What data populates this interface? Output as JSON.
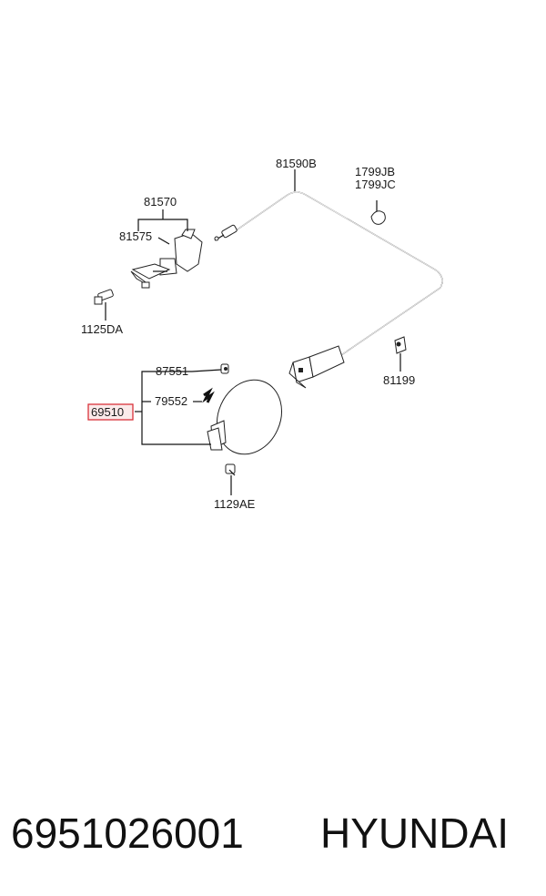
{
  "callouts": {
    "c81590b": "81590B",
    "c1799jb": "1799JB",
    "c1799jc": "1799JC",
    "c81570": "81570",
    "c81575": "81575",
    "c1125da": "1125DA",
    "c87551": "87551",
    "c79552": "79552",
    "c69510": "69510",
    "c81199": "81199",
    "c1129ae": "1129AE"
  },
  "highlight_color": "#d9323a",
  "footer": {
    "part_number": "6951026001",
    "brand": "HYUNDAI"
  }
}
